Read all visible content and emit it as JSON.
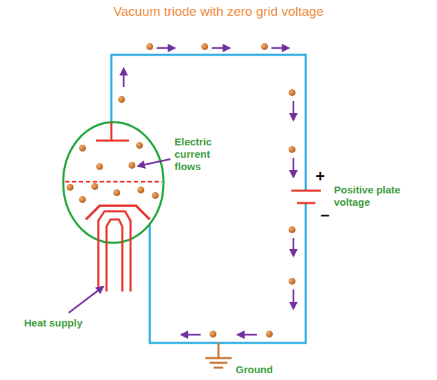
{
  "diagram": {
    "title": "Vacuum triode with zero grid voltage",
    "labels": [
      "Electric current flows",
      "+",
      "−",
      "Positive plate voltage",
      "Heat supply",
      "Ground"
    ]
  }
}
